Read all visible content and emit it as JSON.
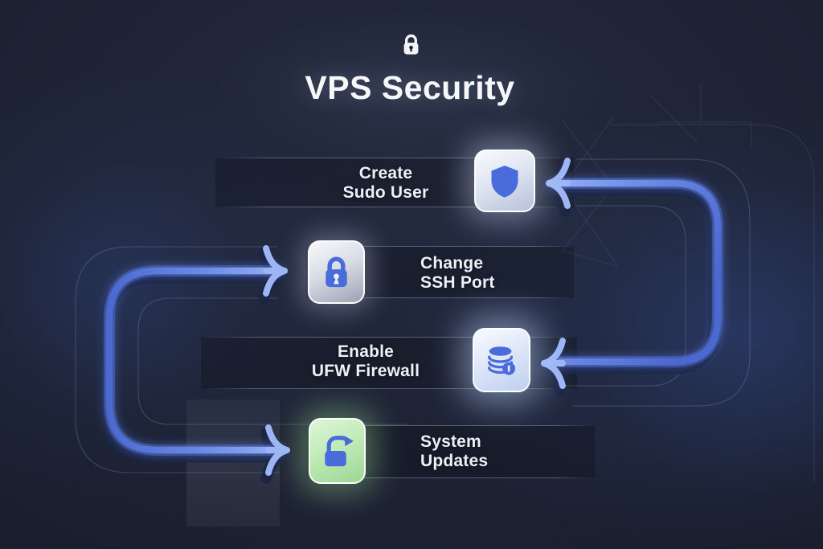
{
  "title": {
    "text": "VPS Security"
  },
  "steps": [
    {
      "id": "create-sudo-user",
      "line1": "Create",
      "line2": "Sudo User",
      "icon": "shield-icon"
    },
    {
      "id": "change-ssh-port",
      "line1": "Change",
      "line2": "SSH Port",
      "icon": "lock-icon"
    },
    {
      "id": "enable-ufw-firewall",
      "line1": "Enable",
      "line2": "UFW Firewall",
      "icon": "database-alert-icon"
    },
    {
      "id": "system-updates",
      "line1": "System",
      "line2": "Updates",
      "icon": "unlock-refresh-icon"
    }
  ],
  "colors": {
    "background": "#1b2030",
    "arrow_blue_light": "#9db5f5",
    "arrow_blue": "#6f8fe8",
    "arrow_blue_deep": "#4a67cf",
    "icon_blue": "#4a6cdb",
    "tile_light": "#e6ebf6",
    "tile_green": "#c1ebb8",
    "text": "#edf0f7"
  }
}
